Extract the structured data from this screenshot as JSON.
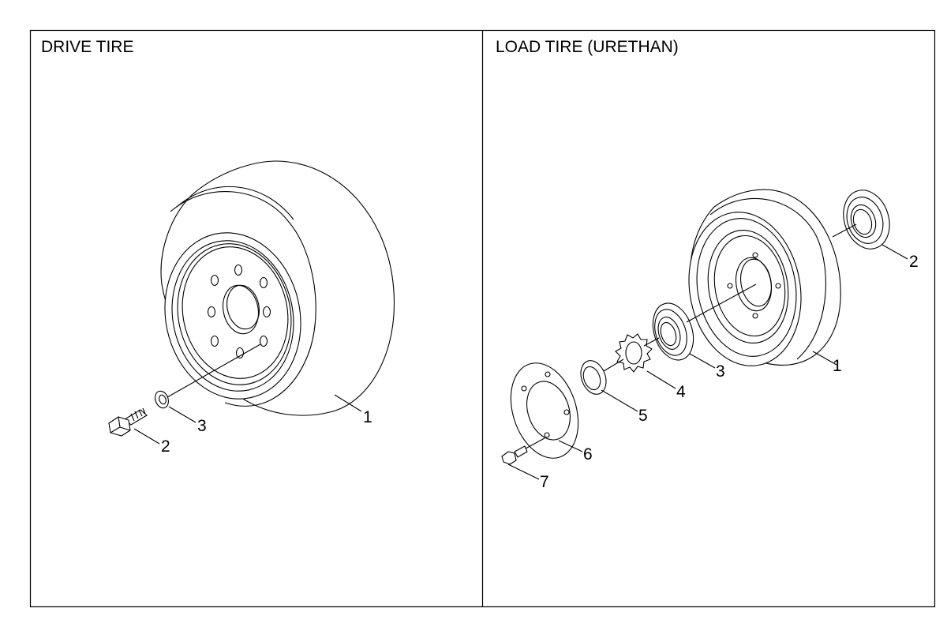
{
  "panels": {
    "drive": {
      "title": "DRIVE TIRE",
      "callouts": [
        "1",
        "2",
        "3"
      ]
    },
    "load": {
      "title": "LOAD TIRE (URETHAN)",
      "callouts": [
        "1",
        "2",
        "3",
        "4",
        "5",
        "6",
        "7"
      ]
    }
  },
  "parts": {
    "drive": [
      "drive-tire",
      "hex-bolt",
      "washer"
    ],
    "load": [
      "urethane-load-tire",
      "outer-bearing",
      "inner-bearing",
      "lock-washer",
      "lock-nut",
      "cover-plate",
      "flange-bolt"
    ]
  }
}
